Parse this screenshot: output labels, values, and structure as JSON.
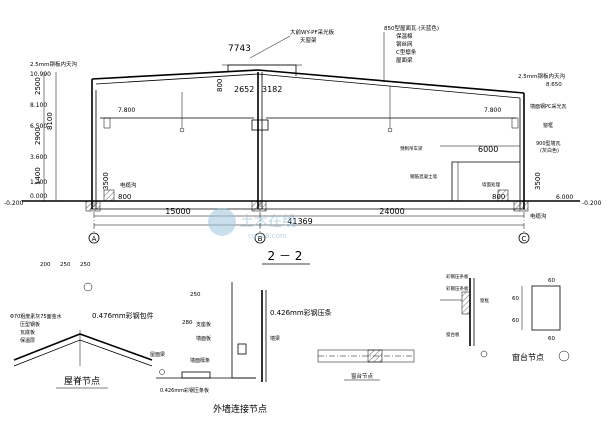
{
  "section": {
    "title": "2 － 2",
    "total_span": "41369",
    "span_left": "15000",
    "span_right": "24000",
    "ridge_dim": "7743",
    "ridge_height": "800",
    "ridge_offsets": [
      "2652",
      "3182"
    ],
    "left_gutter_label": "2.5mm钢板内天沟",
    "right_gutter_label": "2.5mm钢板内天沟",
    "skylight_label": "大前WY-PF采光板",
    "skylight_sub": "天窗架",
    "roof_layers": [
      "850型屋面瓦 (天蓝色)",
      "保温棉",
      "钢丝网",
      "C型檩条",
      "屋面梁"
    ],
    "right_wall_layers": [
      "墙面钢PC采光瓦",
      "窗框",
      "900型墙瓦",
      "(灰白色)"
    ],
    "left_levels": [
      "10.990",
      "8.100",
      "6.500",
      "3.600",
      "1.200",
      "0.000"
    ],
    "left_sub_dims": [
      "2500",
      "8100",
      "2900",
      "1400"
    ],
    "right_levels": [
      "8.650",
      "6.000"
    ],
    "left_ground": "-0.200",
    "right_ground": "-0.200",
    "beam_level_left": "7.800",
    "beam_level_right": "7.800",
    "crane_top": "6000",
    "wall_left_dim": "3500",
    "wall_right_dim": "3500",
    "bottom_left_dim": "800",
    "bottom_right_dim": "800",
    "cable_trench_left": "电缆沟",
    "cable_trench_right": "电缆沟",
    "inner_labels": [
      "预制吊车梁",
      "钢筋混凝土墙",
      "墙面处理"
    ],
    "axes": [
      "A",
      "B",
      "C"
    ]
  },
  "details": {
    "eave": {
      "label": "屋脊节点",
      "dims": [
        "200",
        "250",
        "250"
      ],
      "notes": [
        "Φ70粗度素灰75面金水",
        "0.476mm彩钢包件",
        "压型钢板",
        "瓦底板",
        "保温层",
        "屋面梁"
      ]
    },
    "wall_joint": {
      "label": "外墙连接节点",
      "notes": [
        "0.426mm彩钢压条",
        "墙面板",
        "墙面檩条",
        "0.426mm彩钢压条板",
        "支座板",
        "墙梁"
      ],
      "dims": [
        "250",
        "280"
      ]
    },
    "window": {
      "label": "窗台节点",
      "sub_label": "窗台节点",
      "dims": [
        "60",
        "60",
        "60",
        "60"
      ],
      "notes": [
        "彩钢压条板",
        "彩钢压条板",
        "窗框",
        "窗台板"
      ]
    }
  },
  "watermark": {
    "line1": "土木在线",
    "line2": "co188.com"
  }
}
